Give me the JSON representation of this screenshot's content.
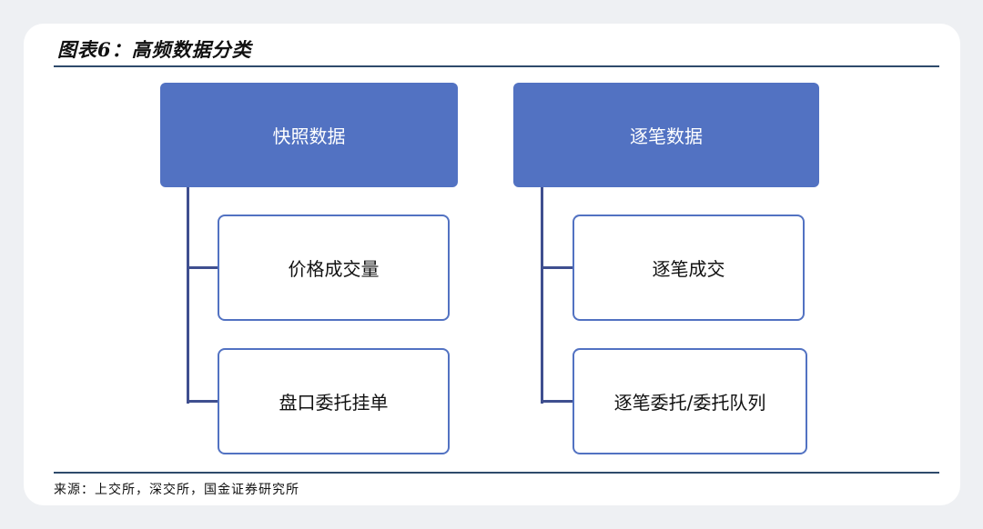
{
  "figure": {
    "title": "图表6：高频数据分类",
    "source": "来源：上交所，深交所，国金证券研究所"
  },
  "diagram": {
    "groups": [
      {
        "label": "快照数据",
        "children": [
          "价格成交量",
          "盘口委托挂单"
        ]
      },
      {
        "label": "逐笔数据",
        "children": [
          "逐笔成交",
          "逐笔委托/委托队列"
        ]
      }
    ]
  },
  "colors": {
    "node_fill": "#5272c2",
    "node_border": "#5272c2",
    "connector": "#3f4f8f",
    "rule": "#2e4a6b"
  }
}
